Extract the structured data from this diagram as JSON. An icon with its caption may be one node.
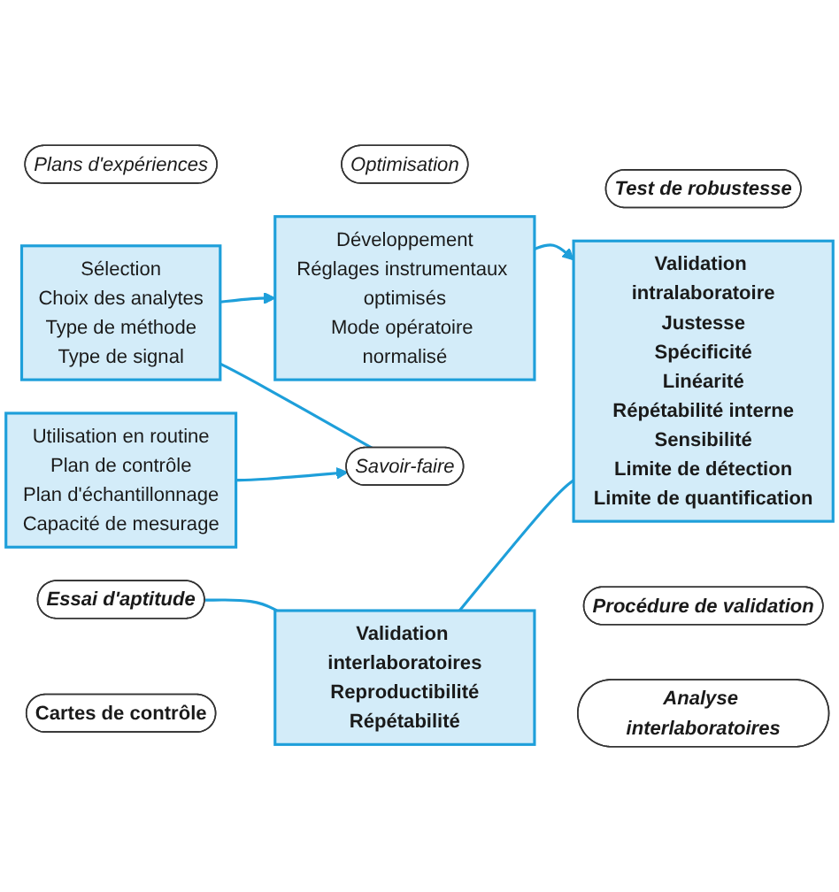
{
  "diagram": {
    "nodes": [
      {
        "text": [
          "Plans d'expériences"
        ]
      },
      {
        "text": [
          "Sélection",
          "Choix des analytes",
          "Type de méthode",
          "Type de signal"
        ]
      },
      {
        "text": [
          "Optimisation"
        ]
      },
      {
        "text": [
          "Développement",
          "Réglages instrumentaux optimisés",
          "Mode opératoire normalisé"
        ]
      },
      {
        "text": [
          "Savoir-faire"
        ]
      },
      {
        "text": [
          "Test de robustesse"
        ]
      },
      {
        "text": [
          "Utilisation en routine",
          "Plan de contrôle",
          "Plan d'échantillonnage",
          "Capacité de mesurage"
        ]
      },
      {
        "text": [
          "Procédure de validation"
        ]
      },
      {
        "text": [
          "Validation intralaboratoire",
          "Justesse",
          "Spécificité",
          "Linéarité",
          "Répétabilité interne",
          "Sensibilité",
          "Limite de détection",
          "Limite de quantification"
        ]
      },
      {
        "text": [
          "Cartes de contrôle"
        ]
      },
      {
        "text": [
          "Essai d'aptitude"
        ]
      },
      {
        "text": [
          "Validation interlaboratoires",
          "Reproductibilité",
          "Répétabilité"
        ]
      },
      {
        "text": [
          "Analyse interlaboratoires"
        ]
      }
    ],
    "edges": [
      {
        "from": 1,
        "to": 3,
        "arrow": "to"
      },
      {
        "from": 3,
        "to": 8,
        "arrow": "to"
      },
      {
        "from": 11,
        "to": 8,
        "arrow": "none"
      },
      {
        "from": 10,
        "to": 11,
        "arrow": "none"
      },
      {
        "from": 6,
        "to": 4,
        "arrow": "to"
      },
      {
        "from": 1,
        "to": 4,
        "arrow": "none"
      }
    ]
  }
}
